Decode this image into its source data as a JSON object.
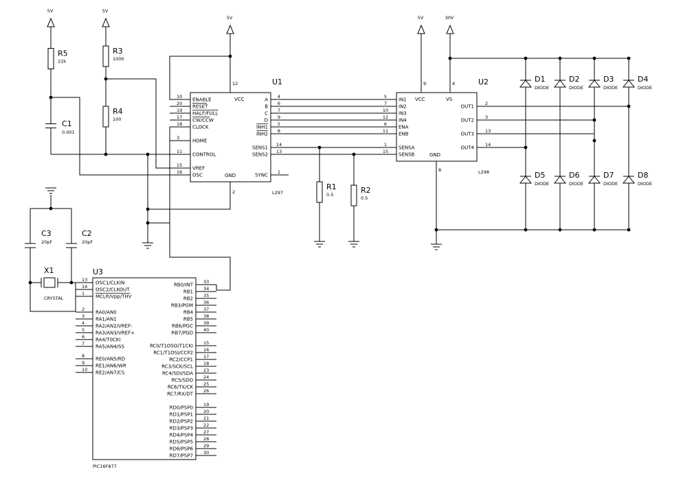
{
  "power": {
    "v5": "5V",
    "v30": "30V"
  },
  "R5": {
    "ref": "R5",
    "val": "22k"
  },
  "R3": {
    "ref": "R3",
    "val": "1000"
  },
  "R4": {
    "ref": "R4",
    "val": "100"
  },
  "C1": {
    "ref": "C1",
    "val": "0.001"
  },
  "C2": {
    "ref": "C2",
    "val": "20pF"
  },
  "C3": {
    "ref": "C3",
    "val": "20pF"
  },
  "X1": {
    "ref": "X1",
    "val": "CRYSTAL"
  },
  "R1": {
    "ref": "R1",
    "val": "0.5"
  },
  "R2": {
    "ref": "R2",
    "val": "0.5"
  },
  "U1": {
    "ref": "U1",
    "part": "L297",
    "left": [
      {
        "num": "10",
        "name": "ENABLE"
      },
      {
        "num": "20",
        "name": "RESET"
      },
      {
        "num": "19",
        "name": "HALF/FULL"
      },
      {
        "num": "17",
        "name": "CW/CCW"
      },
      {
        "num": "18",
        "name": "CLOCK"
      },
      {
        "num": "3",
        "name": "HOME"
      },
      {
        "num": "11",
        "name": "CONTROL"
      },
      {
        "num": "15",
        "name": "VREF"
      },
      {
        "num": "16",
        "name": "OSC"
      }
    ],
    "right": [
      {
        "num": "4",
        "name": "A"
      },
      {
        "num": "6",
        "name": "B"
      },
      {
        "num": "7",
        "name": "C"
      },
      {
        "num": "9",
        "name": "D"
      },
      {
        "num": "5",
        "name": "INH1"
      },
      {
        "num": "8",
        "name": "INH2"
      },
      {
        "num": "14",
        "name": "SENS1"
      },
      {
        "num": "13",
        "name": "SENS2"
      },
      {
        "num": "1",
        "name": "SYNC"
      }
    ],
    "vcc": {
      "num": "12",
      "name": "VCC"
    },
    "gnd": {
      "num": "2",
      "name": "GND"
    }
  },
  "U2": {
    "ref": "U2",
    "part": "L298",
    "left": [
      {
        "num": "5",
        "name": "IN1"
      },
      {
        "num": "7",
        "name": "IN2"
      },
      {
        "num": "10",
        "name": "IN3"
      },
      {
        "num": "12",
        "name": "IN4"
      },
      {
        "num": "6",
        "name": "ENA"
      },
      {
        "num": "11",
        "name": "ENB"
      },
      {
        "num": "1",
        "name": "SENSA"
      },
      {
        "num": "15",
        "name": "SENSB"
      }
    ],
    "right": [
      {
        "num": "2",
        "name": "OUT1"
      },
      {
        "num": "3",
        "name": "OUT2"
      },
      {
        "num": "13",
        "name": "OUT3"
      },
      {
        "num": "14",
        "name": "OUT4"
      }
    ],
    "vcc": {
      "num": "9",
      "name": "VCC"
    },
    "vs": {
      "num": "4",
      "name": "VS"
    },
    "gnd": {
      "num": "8",
      "name": "GND"
    }
  },
  "diodes": [
    {
      "ref": "D1",
      "val": "DIODE"
    },
    {
      "ref": "D2",
      "val": "DIODE"
    },
    {
      "ref": "D3",
      "val": "DIODE"
    },
    {
      "ref": "D4",
      "val": "DIODE"
    },
    {
      "ref": "D5",
      "val": "DIODE"
    },
    {
      "ref": "D6",
      "val": "DIODE"
    },
    {
      "ref": "D7",
      "val": "DIODE"
    },
    {
      "ref": "D8",
      "val": "DIODE"
    }
  ],
  "U3": {
    "ref": "U3",
    "part": "PIC16F877",
    "left1": [
      {
        "num": "13",
        "name": "OSC1/CLKIN"
      },
      {
        "num": "14",
        "name": "OSC2/CLKOUT"
      },
      {
        "num": "1",
        "name": "MCLR/Vpp/THV"
      }
    ],
    "left2": [
      {
        "num": "2",
        "name": "RA0/AN0"
      },
      {
        "num": "3",
        "name": "RA1/AN1"
      },
      {
        "num": "4",
        "name": "RA2/AN2/VREF-"
      },
      {
        "num": "5",
        "name": "RA3/AN3/VREF+"
      },
      {
        "num": "6",
        "name": "RA4/T0CKI"
      },
      {
        "num": "7",
        "name": "RA5/AN4/SS"
      }
    ],
    "left3": [
      {
        "num": "8",
        "name": "RE0/AN5/RD"
      },
      {
        "num": "9",
        "name": "RE1/AN6/WR"
      },
      {
        "num": "10",
        "name": "RE2/AN7/CS"
      }
    ],
    "rightB": [
      {
        "num": "33",
        "name": "RB0/INT"
      },
      {
        "num": "34",
        "name": "RB1"
      },
      {
        "num": "35",
        "name": "RB2"
      },
      {
        "num": "36",
        "name": "RB3/PGM"
      },
      {
        "num": "37",
        "name": "RB4"
      },
      {
        "num": "38",
        "name": "RB5"
      },
      {
        "num": "39",
        "name": "RB6/PGC"
      },
      {
        "num": "40",
        "name": "RB7/PGD"
      }
    ],
    "rightC": [
      {
        "num": "15",
        "name": "RC0/T1OSO/T1CKI"
      },
      {
        "num": "16",
        "name": "RC1/T1OSI/CCP2"
      },
      {
        "num": "17",
        "name": "RC2/CCP1"
      },
      {
        "num": "18",
        "name": "RC3/SCK/SCL"
      },
      {
        "num": "23",
        "name": "RC4/SDI/SDA"
      },
      {
        "num": "24",
        "name": "RC5/SDO"
      },
      {
        "num": "25",
        "name": "RC6/TX/CK"
      },
      {
        "num": "26",
        "name": "RC7/RX/DT"
      }
    ],
    "rightD": [
      {
        "num": "19",
        "name": "RD0/PSP0"
      },
      {
        "num": "20",
        "name": "RD1/PSP1"
      },
      {
        "num": "21",
        "name": "RD2/PSP2"
      },
      {
        "num": "22",
        "name": "RD3/PSP3"
      },
      {
        "num": "27",
        "name": "RD4/PSP4"
      },
      {
        "num": "28",
        "name": "RD5/PSP5"
      },
      {
        "num": "29",
        "name": "RD6/PSP6"
      },
      {
        "num": "30",
        "name": "RD7/PSP7"
      }
    ]
  }
}
